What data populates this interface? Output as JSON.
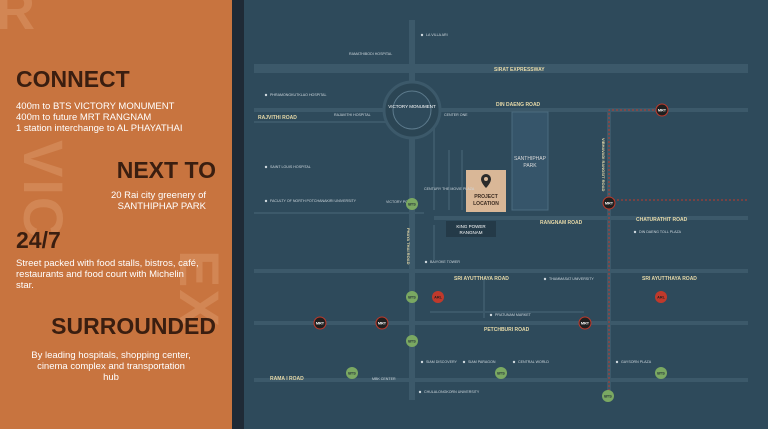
{
  "panel": {
    "connect": {
      "title": "CONNECT",
      "lines": [
        "400m to BTS VICTORY MONUMENT",
        "400m to future MRT RANGNAM",
        "1 station interchange to AL PHAYATHAI"
      ]
    },
    "next_to": {
      "title": "NEXT TO",
      "lines": [
        "20 Rai city greenery of",
        "SANTHIPHAP PARK"
      ]
    },
    "open": {
      "title": "24/7",
      "lines": [
        "Street packed with food stalls, bistros, café,",
        "restaurants and food court with Michelin",
        "star."
      ]
    },
    "surrounded": {
      "title": "SURROUNDED",
      "lines": [
        "By leading hospitals, shopping center,",
        "cinema complex and transportation",
        "hub"
      ]
    },
    "watermark": {
      "top": "R",
      "middle": "VIC",
      "bottom": "EX"
    }
  },
  "map": {
    "roads": {
      "sirat": "SIRAT EXPRESSWAY",
      "din_daeng": "DIN DAENG ROAD",
      "rajvithi": "RAJVITHI ROAD",
      "rangnam": "RANGNAM ROAD",
      "chaturathit": "CHATURATHIT ROAD",
      "sri_ayutthaya_1": "SRI AYUTTHAYA ROAD",
      "sri_ayutthaya_2": "SRI AYUTTHAYA ROAD",
      "petchburi": "PETCHBURI ROAD",
      "rama": "RAMA I ROAD",
      "phaya_thai": "PHAYA THAI ROAD",
      "vibhavadi": "VIBHAVADI RANGSIT ROAD"
    },
    "victory_monument": "VICTORY MONUMENT",
    "park": {
      "line1": "SANTHIPHAP",
      "line2": "PARK"
    },
    "project": {
      "line1": "PROJECT",
      "line2": "LOCATION"
    },
    "king_power": {
      "line1": "KING POWER",
      "line2": "RANGNAM"
    },
    "small_labels": {
      "la_villa": "LA VILLA ARI",
      "ramathibodi": "RAMATHIBODI HOSPITAL",
      "phramongkutklao": "PHRAMONGKUTKLAO HOSPITAL",
      "rajavithi": "RAJAVITHI HOSPITAL",
      "century": "CENTURY THE MOVIE PLAZA",
      "center_one": "CENTER ONE",
      "saint_louis": "SAINT LOUIS HOSPITAL",
      "faculty": "FACULTY OF NORTH POTCHANAKIRI UNIVERSITY",
      "victory_point": "VICTORY POINT",
      "baiyoke_tower": "BAIYOKE TOWER",
      "thammasat": "THAMMASAT UNIVERSITY",
      "pratunam_market": "PRATUNAM MARKET",
      "siam_discovery": "SIAM DISCOVERY",
      "siam_paragon": "SIAM PARAGON",
      "central_world": "CENTRAL WORLD",
      "gaysorn": "GAYSORN PLAZA",
      "mbk": "MBK CENTER",
      "chulalongkorn": "CHULALONGKORN UNIVERSITY",
      "din_daeng_tollplaza": "DIN DAENG TOLL PLAZA"
    },
    "stations": {
      "bts_victory": "BTS",
      "bts_phaya_thai": "BTS",
      "bts_ratchathewi": "BTS",
      "bts_nat_stadium": "BTS",
      "bts_siam": "BTS",
      "bts_chit_lom": "BTS",
      "bts_ratchadamri": "BTS",
      "arl_phaya_thai": "ARL",
      "arl_makkasan": "ARL",
      "mrt_din_daeng": "MRT",
      "mrt_rangnam": "MRT",
      "mrt_1": "MRT",
      "mrt_2": "MRT",
      "mrt_3": "MRT"
    },
    "colors": {
      "road": "#3c596a",
      "bts": "#7aa862",
      "mrt": "#1f1f1f",
      "arl": "#c0392b",
      "road_label": "#e6d9a8",
      "project_box": "#d9b797",
      "park": "#36556a"
    }
  }
}
